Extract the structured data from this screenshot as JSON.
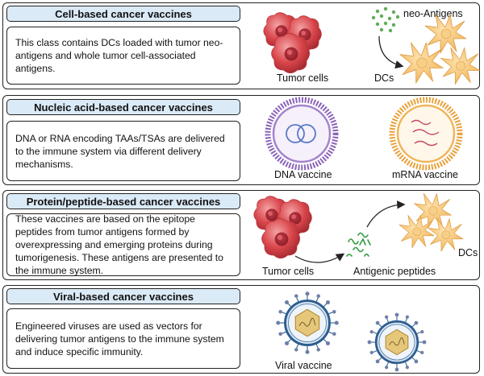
{
  "panels": [
    {
      "title": "Cell-based cancer vaccines",
      "description": "This class contains DCs loaded with tumor neo-antigens and whole tumor cell-associated antigens.",
      "labels": {
        "tumor_cells": "Tumor cells",
        "neo_antigens": "neo-Antigens",
        "dcs": "DCs"
      }
    },
    {
      "title": "Nucleic acid-based cancer vaccines",
      "description": "DNA or RNA encoding TAAs/TSAs are delivered to the immune system via different delivery mechanisms.",
      "labels": {
        "dna_vaccine": "DNA vaccine",
        "mrna_vaccine": "mRNA vaccine"
      }
    },
    {
      "title": "Protein/peptide-based cancer vaccines",
      "description": "These vaccines are based on the epitope peptides from tumor antigens formed by overexpressing and emerging proteins during tumorigenesis. These antigens are presented to the immune system.",
      "labels": {
        "tumor_cells": "Tumor cells",
        "antigenic_peptides": "Antigenic peptides",
        "dcs": "DCs"
      }
    },
    {
      "title": "Viral-based cancer vaccines",
      "description": "Engineered viruses are used as vectors for delivering tumor antigens to the immune system and induce specific immunity.",
      "labels": {
        "viral_vaccine": "Viral vaccine"
      }
    }
  ],
  "colors": {
    "tab_fill": "#dbeaf7",
    "tumor_red": "#d9464b",
    "dc_orange": "#f3c06a",
    "dot_green": "#5fae55",
    "dna_purple": "#8a63b8",
    "mrna_orange": "#e8a13a",
    "virus_blue": "#2d5d8f",
    "capsid_gold": "#e6c77a"
  }
}
